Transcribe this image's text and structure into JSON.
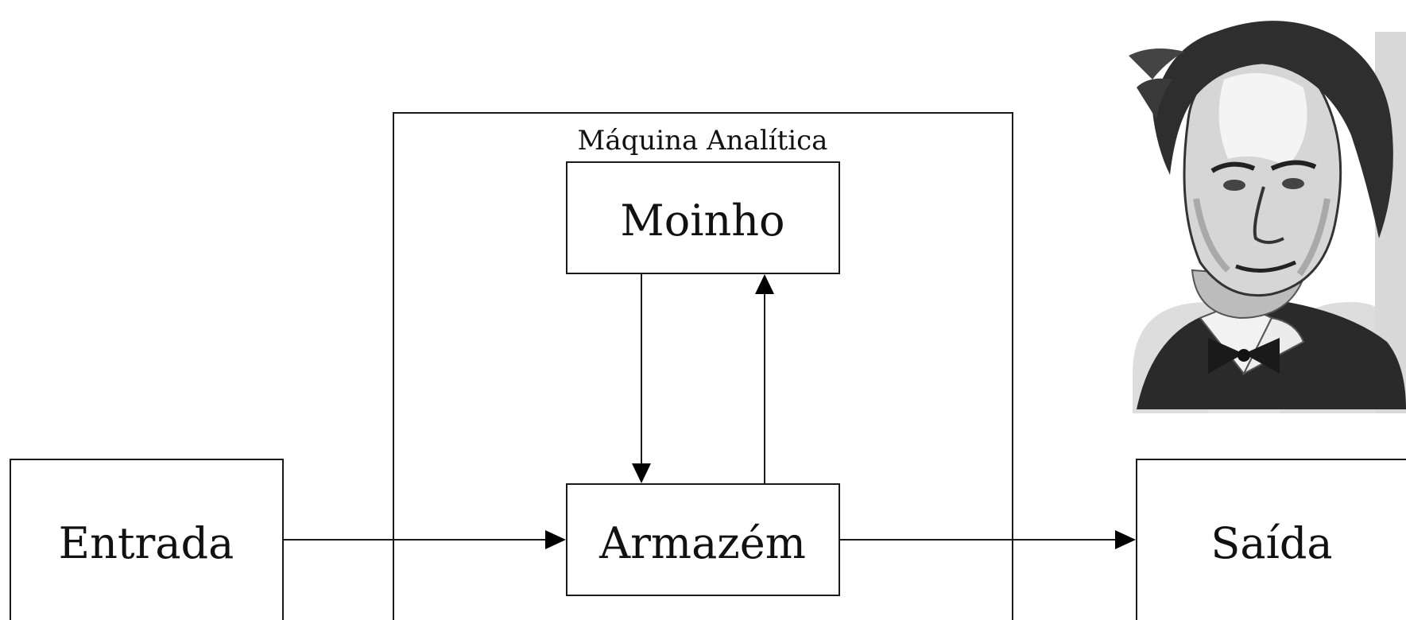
{
  "diagram": {
    "container_label": "Máquina Analítica",
    "nodes": {
      "entrada": "Entrada",
      "moinho": "Moinho",
      "armazem": "Armazém",
      "saida": "Saída"
    }
  },
  "colors": {
    "stroke": "#1a1a1a",
    "arrow": "#000000",
    "text": "#111111",
    "background": "#ffffff",
    "portrait_shade": "#3a3a3a",
    "watermark": "#d9d9d9"
  }
}
